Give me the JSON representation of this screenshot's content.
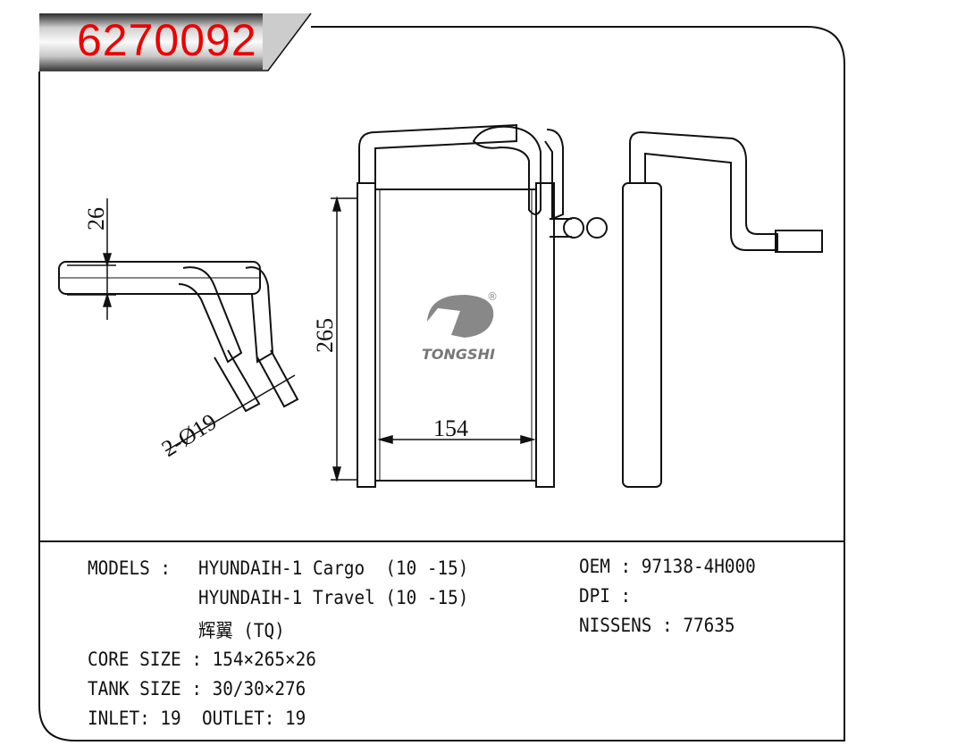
{
  "header": {
    "part_number": "6270092"
  },
  "drawing": {
    "dimensions": {
      "thickness": "26",
      "height": "265",
      "width": "154",
      "pipes": "2-Ø19"
    },
    "logo": {
      "brand": "TONGSHI",
      "registered": "®"
    }
  },
  "specs": {
    "models_label": "MODELS : ",
    "models": [
      "HYUNDAIH-1 Cargo  (10 -15)",
      "HYUNDAIH-1 Travel (10 -15)",
      "辉翼 (TQ)"
    ],
    "core_size": "CORE SIZE : 154×265×26",
    "tank_size": "TANK SIZE : 30/30×276",
    "inlet_outlet": "INLET: 19  OUTLET: 19",
    "oem": "OEM : 97138-4H000",
    "dpi": "DPI :",
    "nissens": "NISSENS : 77635"
  }
}
